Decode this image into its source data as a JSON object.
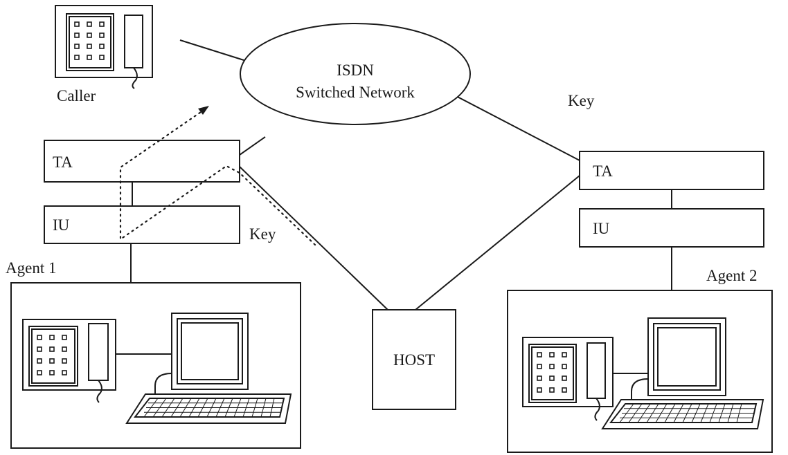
{
  "network": {
    "line1": "ISDN",
    "line2": "Switched Network"
  },
  "caller": {
    "label": "Caller"
  },
  "key_labels": {
    "right": "Key",
    "left": "Key"
  },
  "agent1": {
    "label": "Agent 1",
    "ta": "TA",
    "iu": "IU"
  },
  "agent2": {
    "label": "Agent 2",
    "ta": "TA",
    "iu": "IU"
  },
  "host": {
    "label": "HOST"
  }
}
